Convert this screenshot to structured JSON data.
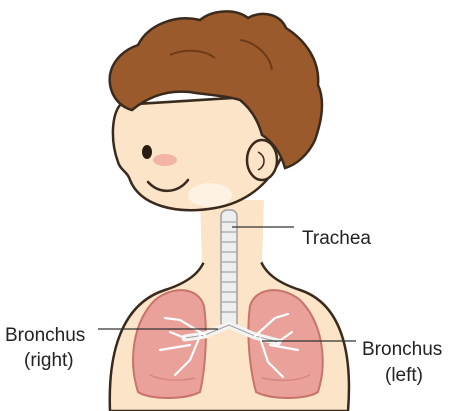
{
  "labels": {
    "trachea": "Trachea",
    "bronchus_right_line1": "Bronchus",
    "bronchus_right_line2": "(right)",
    "bronchus_left_line1": "Bronchus",
    "bronchus_left_line2": "(left)"
  },
  "colors": {
    "skin": "#fbe4c7",
    "skin_outline": "#3a2a1e",
    "hair": "#9a5a2c",
    "hair_dark": "#6e3b17",
    "lung": "#e9a19a",
    "lung_dark": "#c8736c",
    "trachea": "#eeeeee",
    "cheek": "#f3a79c"
  },
  "icons": [
    "boy-head",
    "trachea-tube",
    "right-lung",
    "left-lung",
    "bronchial-tree"
  ]
}
